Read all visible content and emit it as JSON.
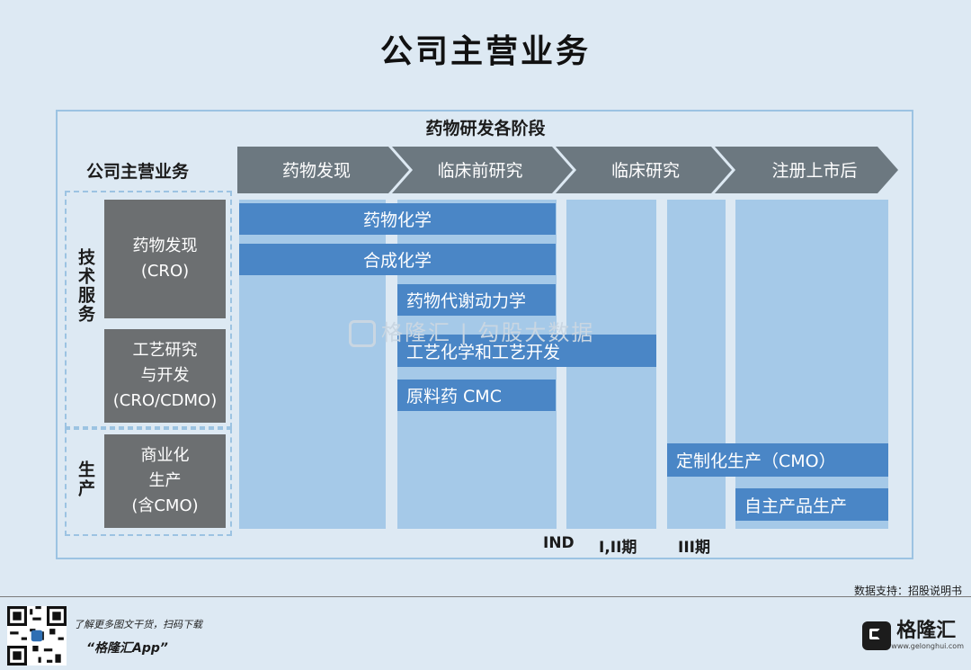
{
  "title": "公司主营业务",
  "stages_title": "药物研发各阶段",
  "row_header": "公司主营业务",
  "stages": [
    "药物发现",
    "临床前研究",
    "临床研究",
    "注册上市后"
  ],
  "groups": {
    "tech_service": "技术服务",
    "production": "生产"
  },
  "services": [
    {
      "line1": "药物发现",
      "line2": "(CRO)",
      "line3": ""
    },
    {
      "line1": "工艺研究",
      "line2": "与开发",
      "line3": "(CRO/CDMO)"
    },
    {
      "line1": "商业化",
      "line2": "生产",
      "line3": "(含CMO)"
    }
  ],
  "bars": {
    "drug_chemistry": "药物化学",
    "synthetic_chemistry": "合成化学",
    "dmpk": "药物代谢动力学",
    "process_chemistry": "工艺化学和工艺开发",
    "api_cmc": "原料药 CMC",
    "cmo": "定制化生产（CMO）",
    "own_products": "自主产品生产"
  },
  "milestones": {
    "ind": "IND",
    "phase12": "I,II期",
    "phase3": "III期"
  },
  "watermark": "格隆汇 | 勾股大数据",
  "source": "数据支持：招股说明书",
  "footer": {
    "promo_line": "了解更多图文干货，扫码下载",
    "app_name": "“格隆汇App”",
    "brand": "格隆汇",
    "brand_url": "www.gelonghui.com"
  },
  "colors": {
    "background": "#dde9f3",
    "chevron": "#6c7880",
    "service_box": "#6c6f71",
    "stage_column": "#a5c9e8",
    "bar": "#4a86c6",
    "frame": "#9cc3e2"
  }
}
